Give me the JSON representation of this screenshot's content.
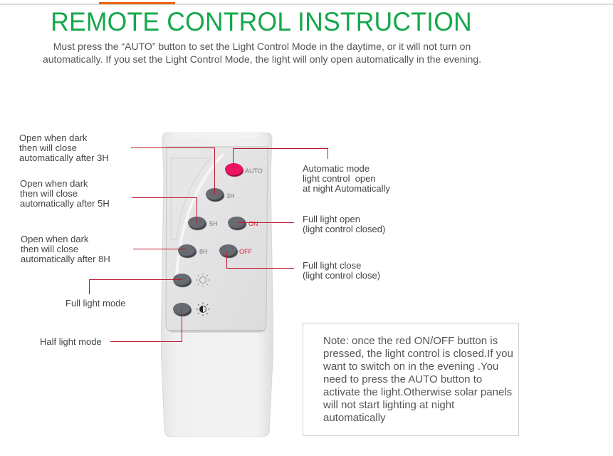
{
  "header": {
    "title": "REMOTE CONTROL INSTRUCTION",
    "subtitle": "Must press the “AUTO” button to set the Light Control Mode in the daytime, or it will not turn on automatically. If you set the Light Control Mode, the light will only open automatically in the evening."
  },
  "colors": {
    "title_green": "#14a84b",
    "accent_orange": "#e8640c",
    "callout_red": "#c0142a",
    "auto_button_pink": "#ea1460",
    "button_grey": "#676a70"
  },
  "remote": {
    "buttons": [
      {
        "id": "auto",
        "label": "AUTO",
        "icon": null
      },
      {
        "id": "3h",
        "label": "3H",
        "icon": null
      },
      {
        "id": "5h",
        "label": "5H",
        "icon": null
      },
      {
        "id": "on",
        "label": "ON",
        "icon": null
      },
      {
        "id": "8h",
        "label": "8H",
        "icon": null
      },
      {
        "id": "off",
        "label": "OFF",
        "icon": null
      },
      {
        "id": "full",
        "label": "",
        "icon": "sun-outline-icon"
      },
      {
        "id": "half",
        "label": "",
        "icon": "half-sun-icon"
      }
    ]
  },
  "callouts": {
    "3h": "Open when dark\nthen will close\nautomatically after 3H",
    "5h": "Open when dark\nthen will close\nautomatically after 5H",
    "8h": "Open when dark\nthen will close\nautomatically after 8H",
    "full": "Full light mode",
    "half": "Half light mode",
    "auto": "Automatic mode\nlight control  open\nat night Automatically",
    "on": "Full light open\n(light control closed)",
    "off": "Full light close\n(light control close)"
  },
  "note": {
    "text": "Note: once the red ON/OFF button is pressed, the light control is closed.If you want to switch on in the evening .You need to press the AUTO button to activate the light.Otherwise solar panels will not start lighting at night automatically"
  }
}
